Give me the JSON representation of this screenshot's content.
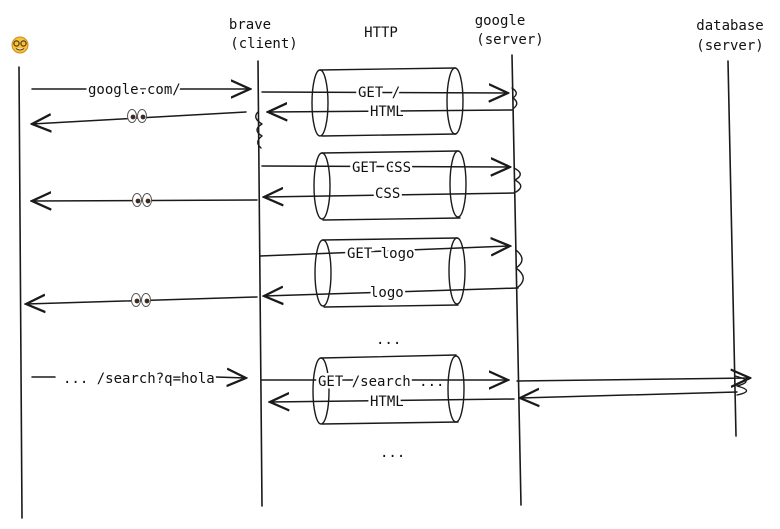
{
  "user": {
    "icon": "nerd-face-emoji"
  },
  "lanes": {
    "brave": {
      "line1": "brave",
      "line2": "(client)"
    },
    "http": {
      "label": "HTTP"
    },
    "google": {
      "line1": "google",
      "line2": "(server)"
    },
    "database": {
      "line1": "database",
      "line2": "(server)"
    }
  },
  "messages": {
    "user_request_1": "google.com/",
    "get_root": "GET /",
    "html_1": "HTML",
    "get_css": "GET CSS",
    "css": "CSS",
    "get_logo": "GET logo",
    "logo": "logo",
    "ellipsis_1": "...",
    "user_request_2": "... /search?q=hola",
    "get_search": "GET /search ...",
    "html_2": "HTML",
    "ellipsis_2": "..."
  },
  "response_icons": [
    "eyes-emoji",
    "eyes-emoji",
    "eyes-emoji"
  ]
}
